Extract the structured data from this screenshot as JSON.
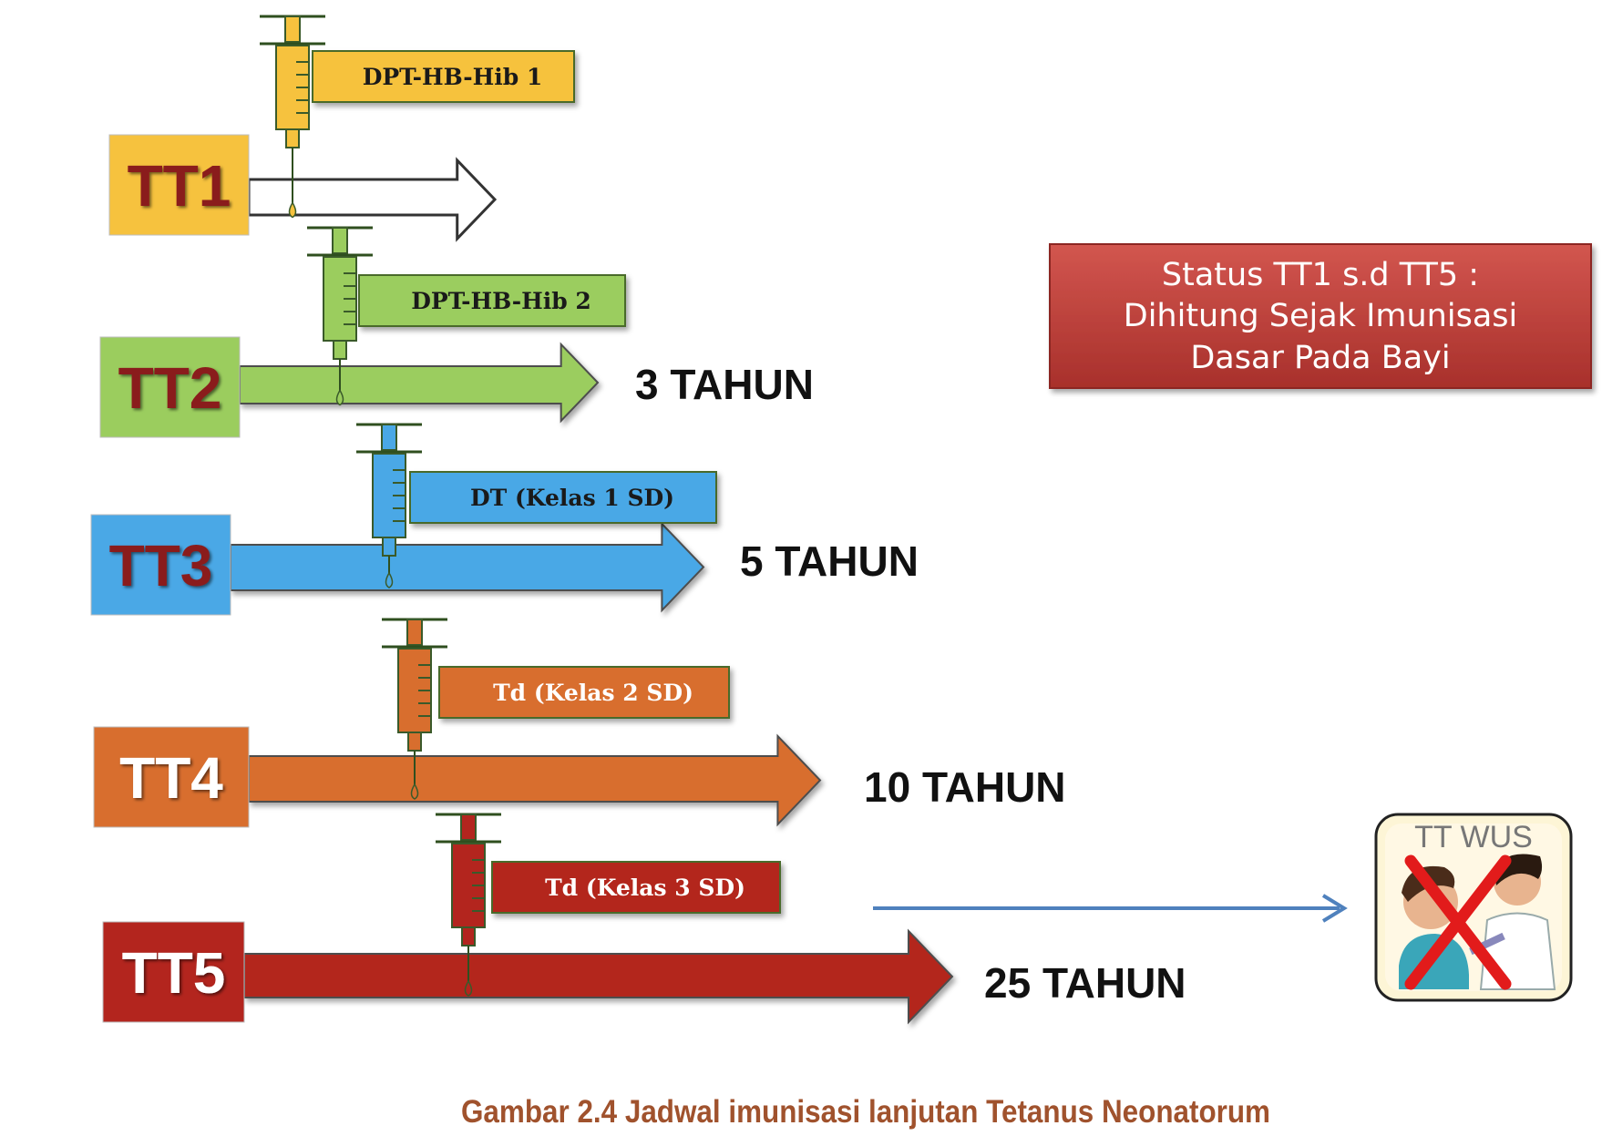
{
  "rows": [
    {
      "tt_label": "TT1",
      "vaccine": "DPT-HB-Hib 1",
      "duration": "",
      "color": "#f6c23e",
      "text_color": "#8a1a1a",
      "vac_text_color": "#1a1a1a"
    },
    {
      "tt_label": "TT2",
      "vaccine": "DPT-HB-Hib 2",
      "duration": "3  TAHUN",
      "color": "#9bcd5e",
      "text_color": "#8a1a1a",
      "vac_text_color": "#1a1a1a"
    },
    {
      "tt_label": "TT3",
      "vaccine": "DT (Kelas 1 SD)",
      "duration": "5  TAHUN",
      "color": "#4aa8e6",
      "text_color": "#8a1a1a",
      "vac_text_color": "#1a1a1a"
    },
    {
      "tt_label": "TT4",
      "vaccine": "Td (Kelas 2 SD)",
      "duration": "10  TAHUN",
      "color": "#d86e2e",
      "text_color": "#ffffff",
      "vac_text_color": "#ffffff"
    },
    {
      "tt_label": "TT5",
      "vaccine": "Td (Kelas 3 SD)",
      "duration": "25  TAHUN",
      "color": "#b3251e",
      "text_color": "#ffffff",
      "vac_text_color": "#ffffff"
    }
  ],
  "status_box": {
    "lines": [
      "Status TT1 s.d TT5 :",
      "Dihitung  Sejak Imunisasi",
      "Dasar Pada Bayi"
    ],
    "color": "#c0453f"
  },
  "tt_wus_icon": {
    "label": "TT WUS",
    "icon": "crossed-out-vaccination-icon"
  },
  "caption": "Gambar 2.4 Jadwal imunisasi lanjutan Tetanus Neonatorum",
  "caption_color": "#a0522d",
  "pointer_arrow_color": "#4f81bd"
}
